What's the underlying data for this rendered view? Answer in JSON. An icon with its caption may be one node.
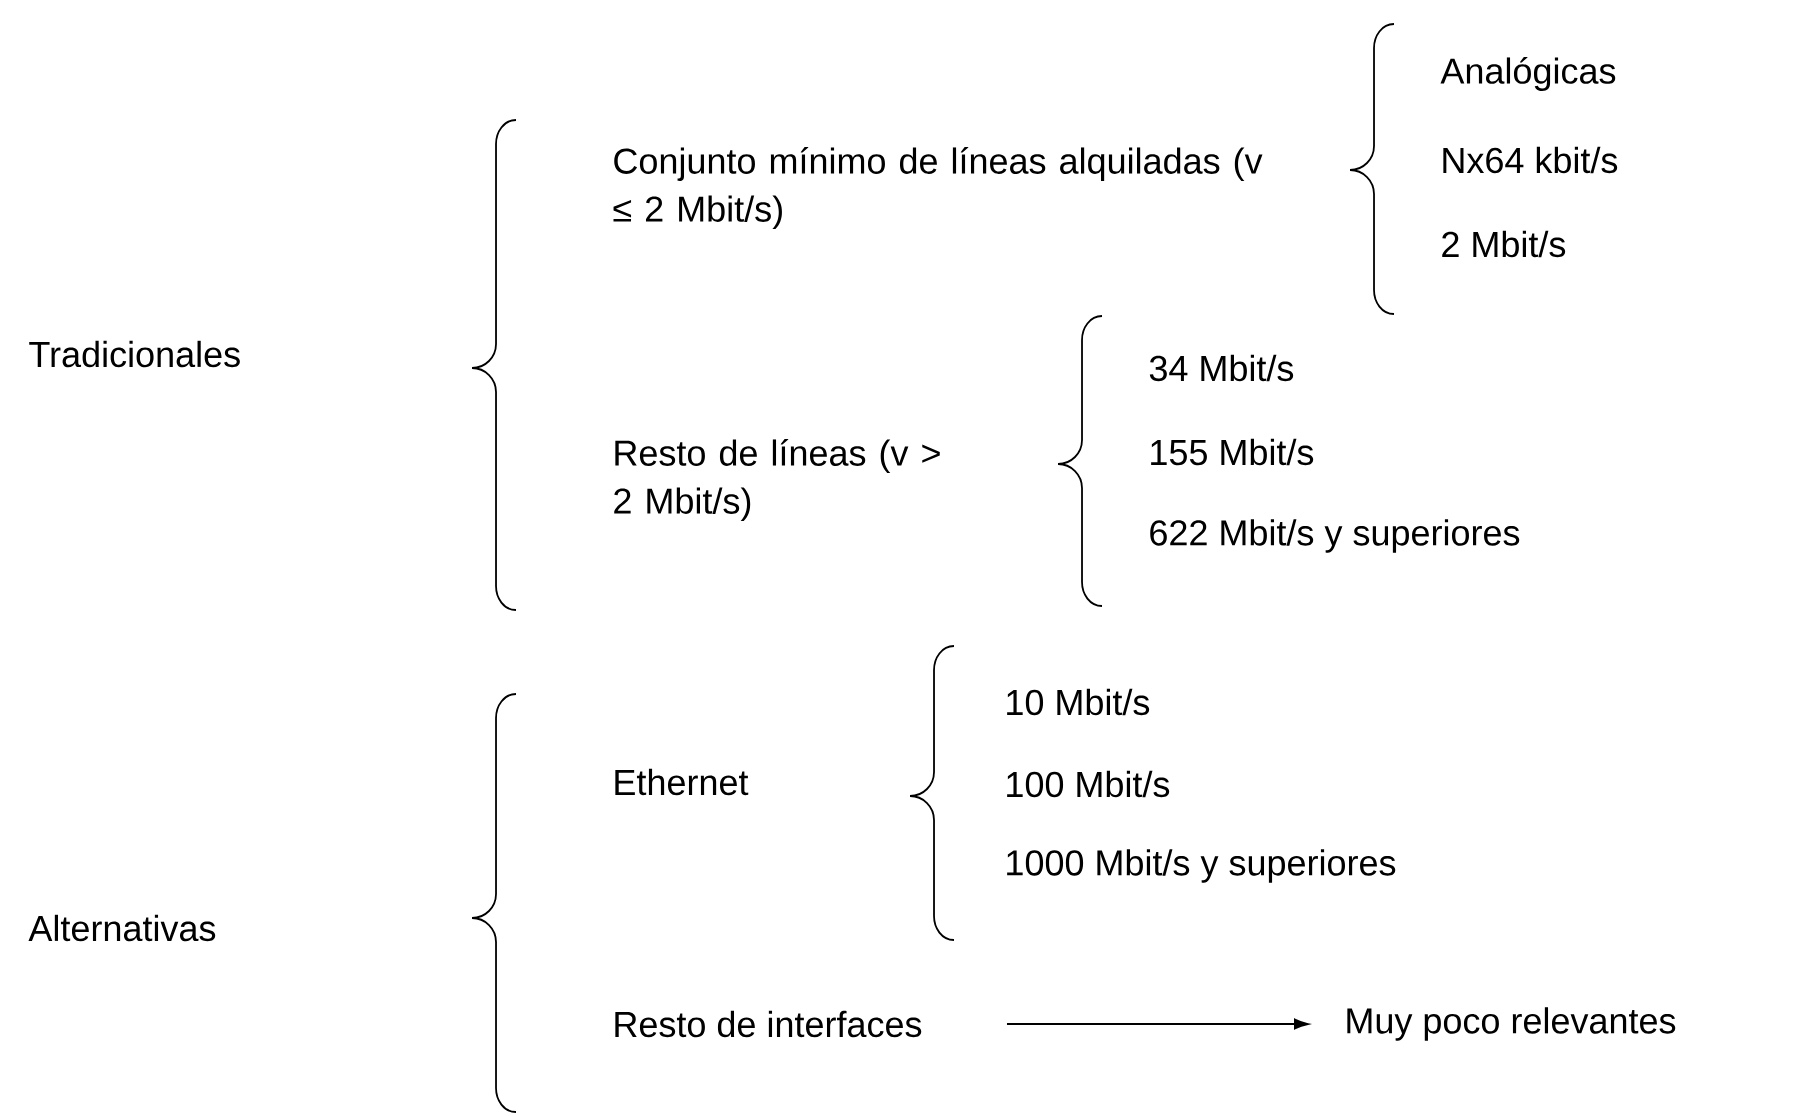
{
  "diagram": {
    "nodes": [
      {
        "text": [
          "Resto de interfaces"
        ]
      },
      {
        "text": [
          "Muy poco relevantes"
        ]
      }
    ],
    "edges": [
      {
        "from": 0,
        "to": 1,
        "arrow": "to"
      }
    ],
    "labels": [
      "Tradicionales",
      "Conjunto mínimo de líneas alquiladas (v ≤ 2 Mbit/s)",
      "Analógicas",
      "Nx64 kbit/s",
      "2 Mbit/s",
      "Resto de líneas (v > 2 Mbit/s)",
      "34 Mbit/s",
      "155 Mbit/s",
      "622 Mbit/s y superiores",
      "Alternativas",
      "Ethernet",
      "10 Mbit/s",
      "100 Mbit/s",
      "1000 Mbit/s y superiores"
    ]
  }
}
